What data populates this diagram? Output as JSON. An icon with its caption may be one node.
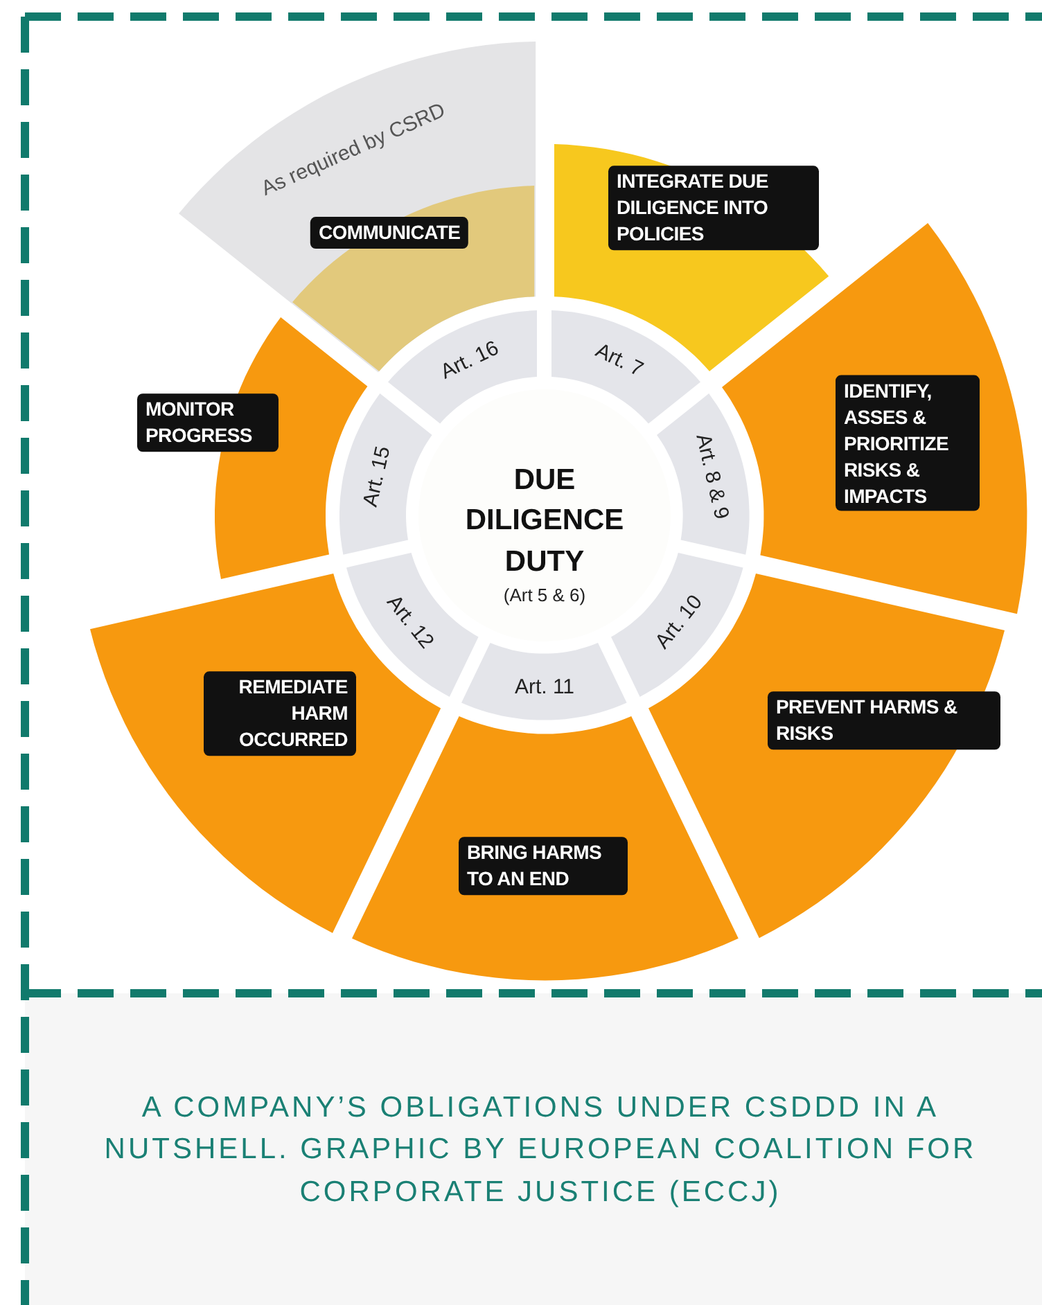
{
  "diagram": {
    "caption": "A COMPANY’S OBLIGATIONS UNDER CSDDD IN A NUTSHELL. GRAPHIC BY EUROPEAN COALITION FOR CORPORATE JUSTICE (ECCJ)",
    "nodes": [
      {
        "text": [
          "DUE DILIGENCE DUTY",
          "(Art 5 & 6)"
        ]
      },
      {
        "text": [
          "As required by CSRD"
        ]
      },
      {
        "text": [
          "COMMUNICATE"
        ],
        "in": 1
      },
      {
        "text": [
          "INTEGRATE DUE DILIGENCE INTO POLICIES"
        ]
      },
      {
        "text": [
          "IDENTIFY, ASSES & PRIORITIZE RISKS & IMPACTS"
        ]
      },
      {
        "text": [
          "PREVENT HARMS & RISKS"
        ]
      },
      {
        "text": [
          "BRING HARMS TO AN END"
        ]
      },
      {
        "text": [
          "REMEDIATE HARM OCCURRED"
        ]
      },
      {
        "text": [
          "MONITOR PROGRESS"
        ]
      },
      {
        "text": [
          "Art. 16"
        ]
      },
      {
        "text": [
          "Art. 7"
        ]
      },
      {
        "text": [
          "Art. 8 & 9"
        ]
      },
      {
        "text": [
          "Art. 10"
        ]
      },
      {
        "text": [
          "Art. 11"
        ]
      },
      {
        "text": [
          "Art. 12"
        ]
      },
      {
        "text": [
          "Art. 15"
        ]
      }
    ],
    "edges": []
  }
}
